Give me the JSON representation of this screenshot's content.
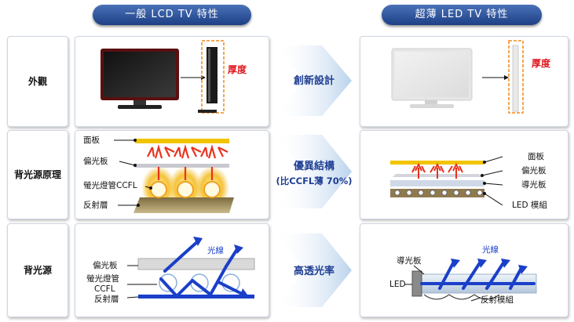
{
  "headers": {
    "left": "一般 LCD TV 特性",
    "right": "超薄 LED TV 特性"
  },
  "rows": {
    "appearance": "外觀",
    "backlight_principle": "背光源原理",
    "backlight": "背光源"
  },
  "middle": {
    "row1": "創新設計",
    "row2_line1": "優異結構",
    "row2_line2": "(比CCFL薄 70%)",
    "row3": "高透光率"
  },
  "left_panels": {
    "thickness": "厚度",
    "panel": "面板",
    "polarizer": "偏光板",
    "ccfl": "螢光燈管CCFL",
    "reflector": "反射層",
    "r3_polarizer": "偏光板",
    "r3_ccfl_line1": "螢光燈管",
    "r3_ccfl_line2": "CCFL",
    "r3_reflector": "反射層",
    "light": "光線"
  },
  "right_panels": {
    "thickness": "厚度",
    "panel": "面板",
    "polarizer": "偏光板",
    "light_guide": "導光板",
    "led_module": "LED 模組",
    "r3_light_guide": "導光板",
    "r3_light": "光線",
    "r3_led": "LED",
    "r3_reflector_module": "反射模組"
  },
  "colors": {
    "header_blue": "#1d3f86",
    "arrow_blue": "#1a3fc9",
    "highlight_red": "#e0141c",
    "thickness_box": "#f08a1c"
  }
}
